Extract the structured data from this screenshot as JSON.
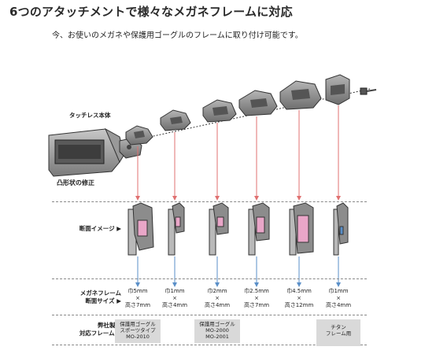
{
  "header": {
    "title": "6つのアタッチメントで様々なメガネフレームに対応",
    "subtitle": "今、お使いのメガネや保護用ゴーグルのフレームに取り付け可能です。"
  },
  "labels": {
    "touchless_body": "タッチレス本体",
    "convex_fix": "凸形状の修正",
    "cross_section": "断面イメージ",
    "cross_arrow": "▶",
    "frame_size_line1": "メガネフレーム",
    "frame_size_line2": "断面サイズ",
    "size_arrow": "▶",
    "compat_line1": "弊社製品",
    "compat_line2": "対応フレーム",
    "compat_arrow": "▶"
  },
  "attachments": [
    {
      "width": "巾5mm",
      "cross": "×",
      "height": "高さ7mm"
    },
    {
      "width": "巾1mm",
      "cross": "×",
      "height": "高さ4mm"
    },
    {
      "width": "巾2mm",
      "cross": "×",
      "height": "高さ4mm"
    },
    {
      "width": "巾2.5mm",
      "cross": "×",
      "height": "高さ7mm"
    },
    {
      "width": "巾4.5mm",
      "cross": "×",
      "height": "高さ12mm"
    },
    {
      "width": "巾1mm",
      "cross": "×",
      "height": "高さ4mm"
    }
  ],
  "compatible": [
    {
      "line1": "保護用ゴーグル",
      "line2": "スポーツタイプ",
      "line3": "MO-2010"
    },
    {
      "line1": "保護用ゴーグル",
      "line2": "MO-2000",
      "line3": "MO-2001"
    },
    {
      "line1": "チタン",
      "line2": "フレーム用",
      "line3": ""
    }
  ],
  "colors": {
    "red_arrow": "#e07070",
    "blue_arrow": "#5a8fc8",
    "frame_pink": "#e9a6c8",
    "part_gray": "#8c8c8c",
    "part_dark": "#4a4a4a",
    "compat_bg": "#d9d9d9"
  }
}
